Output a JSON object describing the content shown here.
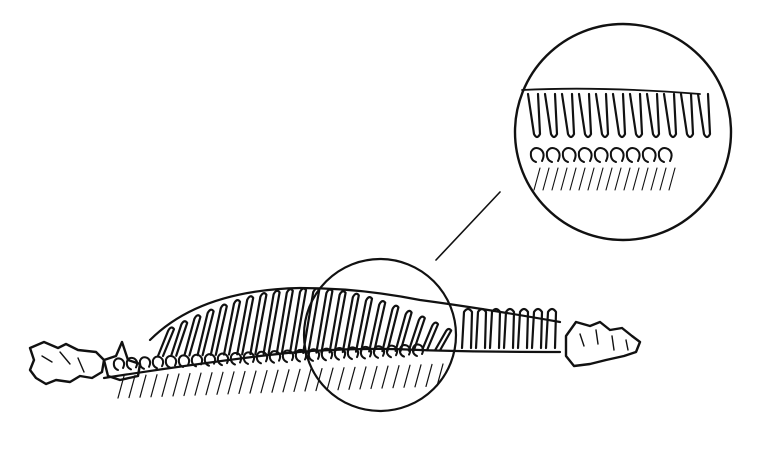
{
  "figure": {
    "kind": "line-drawing",
    "subject": "fossil-vertebral-column",
    "ink_color": "#111111",
    "paper_color": "#ffffff",
    "inset_count": 1
  }
}
